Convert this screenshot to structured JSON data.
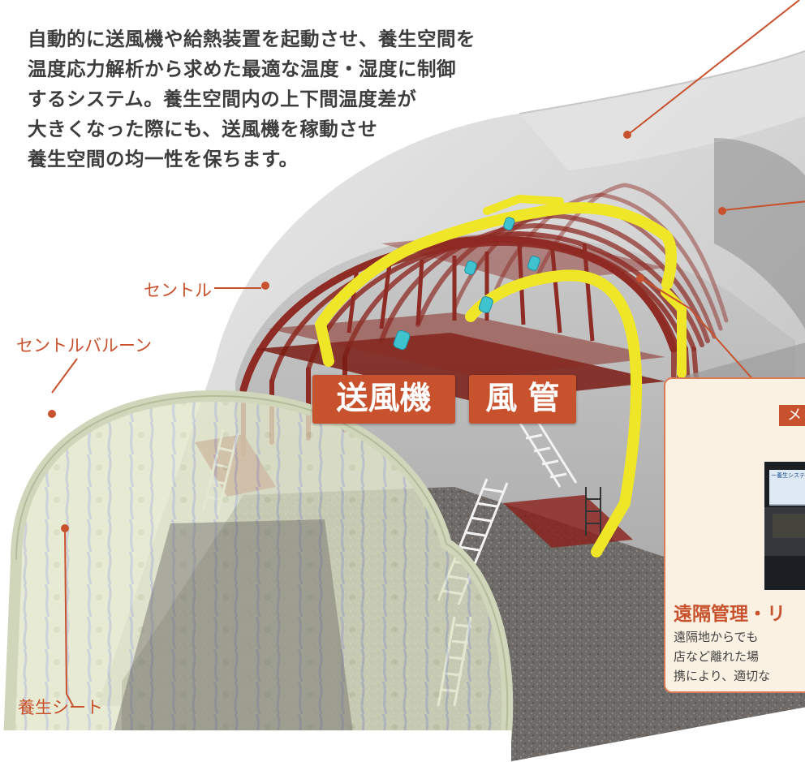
{
  "description_lines": [
    "自動的に送風機や給熱装置を起動させ、養生空間を",
    "温度応力解析から求めた最適な温度・湿度に制御",
    "するシステム。養生空間内の上下間温度差が",
    "大きくなった際にも、送風機を稼動させ",
    "養生空間の均一性を保ちます。"
  ],
  "callouts": {
    "centle": "セントル",
    "centle_balloon": "セントルバルーン",
    "curing_sheet": "養生シート"
  },
  "tags": {
    "blower": "送風機",
    "duct": "風 管"
  },
  "side_panel": {
    "header": "メ",
    "screen_text": "ー養生システム",
    "title": "遠隔管理・リ",
    "lines": [
      "遠隔地からでも",
      "店など離れた場",
      "携により、適切な"
    ]
  },
  "colors": {
    "accent": "#c8522d",
    "callout_text": "#c8512c",
    "rib": "#8e2b24",
    "duct": "#f0e628",
    "fan": "#3fc3cf",
    "sheet": "#dfe4c5",
    "panel_bg": "#fbf1e3"
  }
}
